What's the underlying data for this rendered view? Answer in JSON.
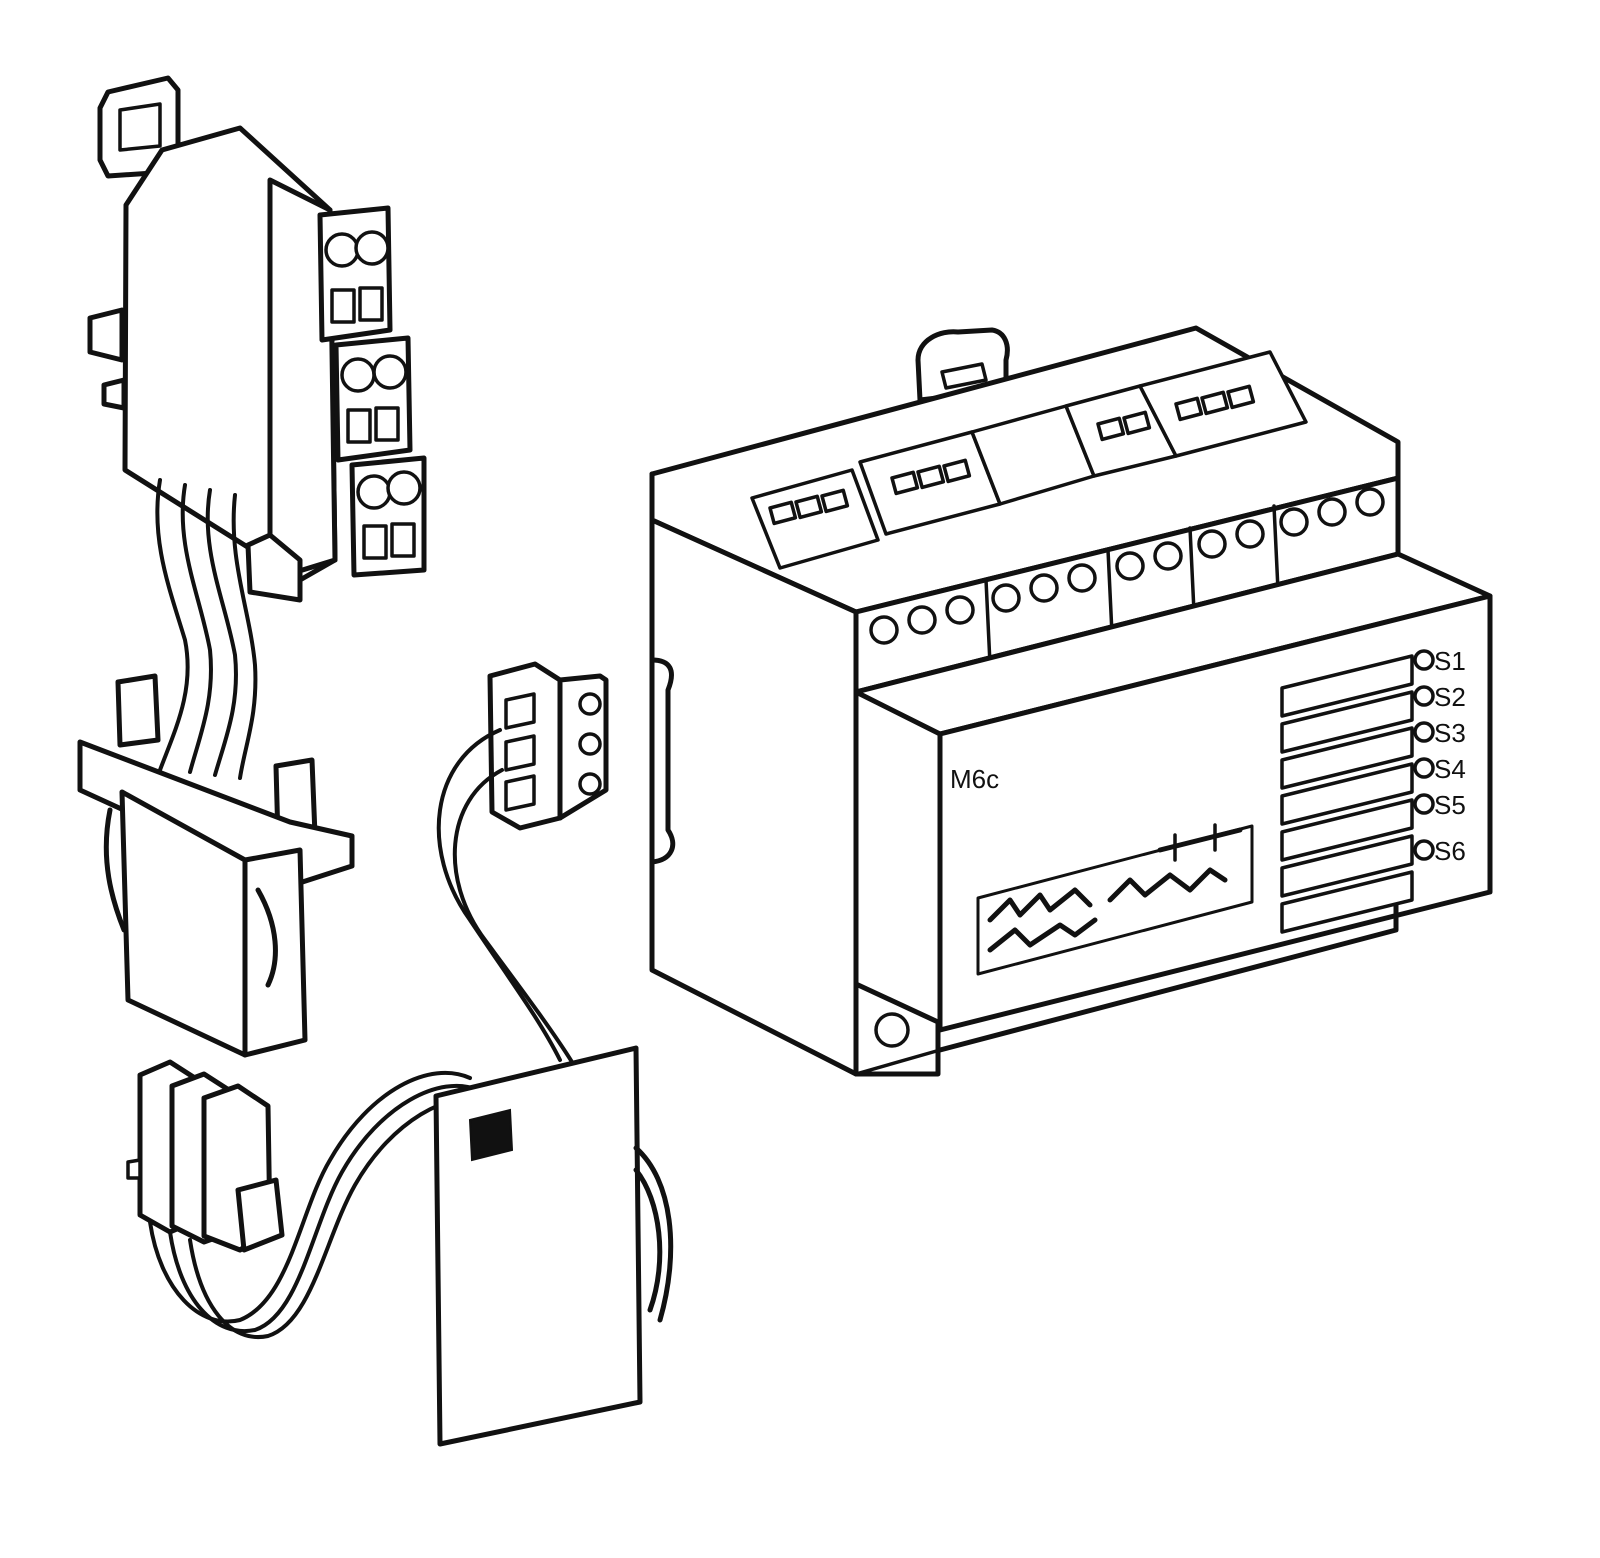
{
  "module": {
    "name": "M6c",
    "outputs": [
      "S1",
      "S2",
      "S3",
      "S4",
      "S5",
      "S6"
    ]
  },
  "colors": {
    "line": "#111111",
    "background": "#ffffff"
  }
}
